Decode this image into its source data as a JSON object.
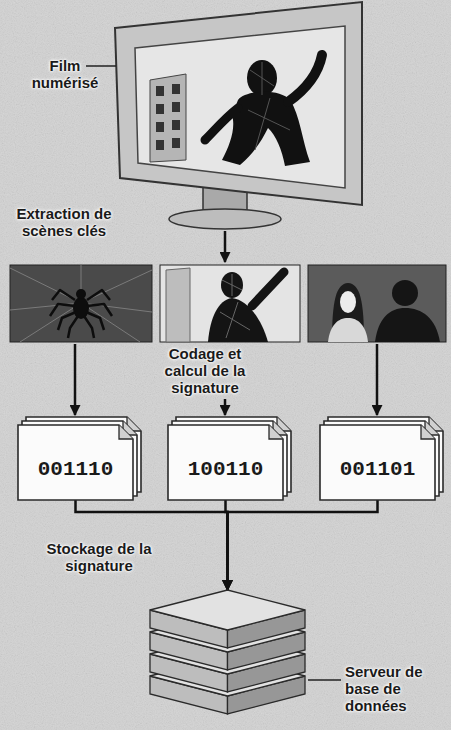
{
  "diagram": {
    "nodes": [
      {
        "text": [
          "001110"
        ]
      },
      {
        "text": [
          "100110"
        ]
      },
      {
        "text": [
          "001101"
        ]
      },
      {
        "text": [
          "Serveur de base de données"
        ]
      }
    ],
    "edges": [
      {
        "from": 0,
        "to": 3,
        "arrow": "to"
      },
      {
        "from": 1,
        "to": 3,
        "arrow": "to"
      },
      {
        "from": 2,
        "to": 3,
        "arrow": "to"
      }
    ],
    "labels": [
      "Film numérisé",
      "Extraction de scènes clés",
      "Codage et calcul de la signature",
      "Stockage de la signature"
    ]
  }
}
